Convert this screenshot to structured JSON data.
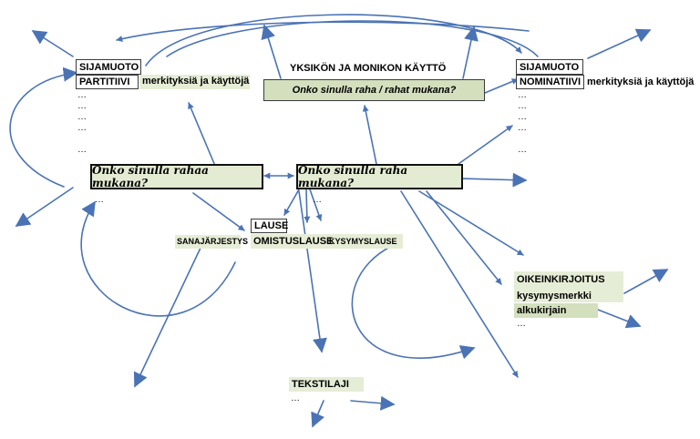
{
  "left_header": {
    "title": "SIJAMUOTO",
    "case": "PARTITIIVI",
    "caption": "merkityksiä ja käyttöjä",
    "dots": "…\n…\n…\n…\n\n…"
  },
  "right_header": {
    "title": "SIJAMUOTO",
    "case": "NOMINATIIVI",
    "caption": "merkityksiä ja käyttöjä",
    "dots": "…\n…\n…\n…\n\n…"
  },
  "number": {
    "title": "YKSIKÖN JA MONIKON KÄYTTÖ",
    "question": "Onko sinulla raha / rahat mukana?"
  },
  "sentence_left": {
    "text": "Onko sinulla rahaa mukana?",
    "dots": "…"
  },
  "sentence_right": {
    "text": "Onko sinulla raha mukana?",
    "dots": "…"
  },
  "lause": {
    "title": "LAUSE",
    "word_order": "SANAJÄRJESTYS",
    "possessive": "OMISTUSLAUSE",
    "question": "KYSYMYSLAUSE"
  },
  "spelling": {
    "title": "OIKEINKIRJOITUS",
    "item1": "kysymysmerkki",
    "item2": "alkukirjain",
    "dots": "…"
  },
  "text_type": {
    "title": "TEKSTILAJI",
    "dots": "…"
  },
  "colors": {
    "arrow": "#4a73b5",
    "box_fill": "#e3ebd3",
    "box_border": "#111111"
  }
}
